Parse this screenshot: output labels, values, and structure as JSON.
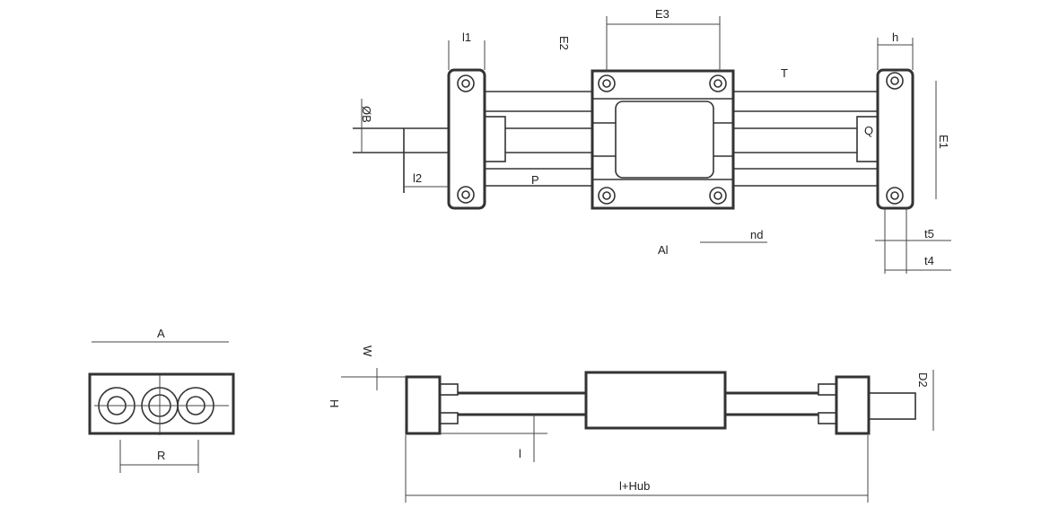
{
  "labels": {
    "E3": "E3",
    "l1": "l1",
    "E2": "E2",
    "h": "h",
    "T": "T",
    "B": "ØB",
    "E1": "E1",
    "Q": "Q",
    "l2": "l2",
    "P": "P",
    "Al": "Al",
    "nd": "nd",
    "t5": "t5",
    "t4": "t4",
    "A": "A",
    "R": "R",
    "W": "W",
    "H": "H",
    "l": "l",
    "D2": "D2",
    "lHub": "l+Hub"
  }
}
